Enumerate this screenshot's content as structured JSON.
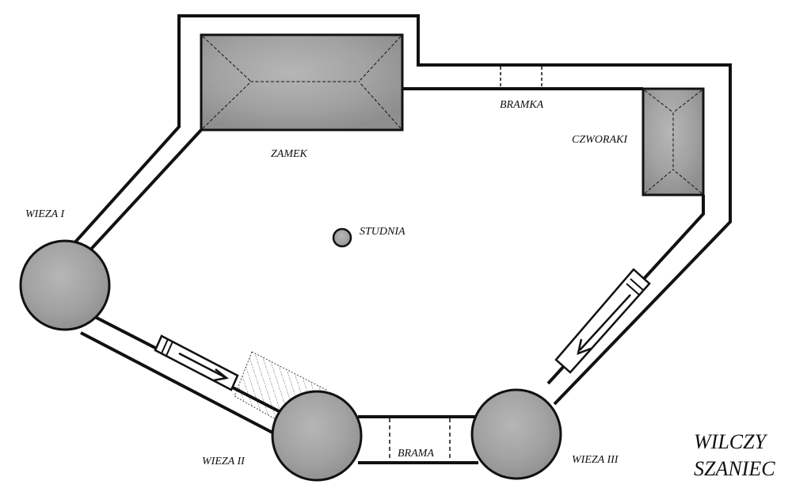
{
  "title": {
    "line1": "WILCZY",
    "line2": "SZANIEC"
  },
  "labels": {
    "zamek": "ZAMEK",
    "bramka": "BRAMKA",
    "czworaki": "CZWORAKI",
    "wieza_1": "WIEZA I",
    "wieza_2": "WIEZA II",
    "wieza_3": "WIEZA III",
    "brama": "BRAMA",
    "studnia": "STUDNIA"
  },
  "colors": {
    "stone": "#a4a4a4",
    "roof": "#9a9a9a",
    "wall_outline": "#111111",
    "background": "#ffffff"
  }
}
